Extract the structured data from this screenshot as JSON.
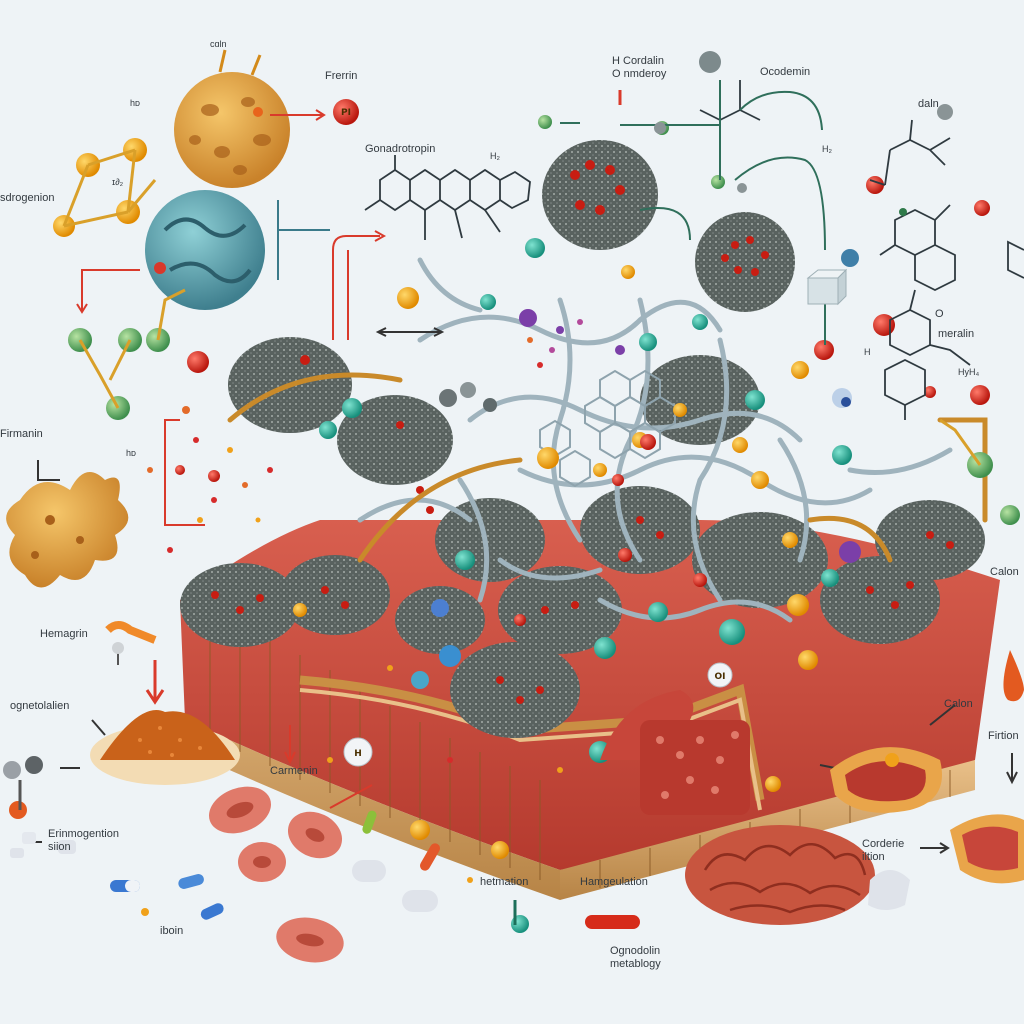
{
  "labels": {
    "top_small": "cɑln",
    "ferritin_top": "Frerrin",
    "h_left": "hᴅ",
    "drogenion": "sdrogenion",
    "h2_small": "ɪ∂₂",
    "gonadotropin": "Gonadrotropin",
    "h2_mid": "H₂",
    "h_cordalin": "H Cordalin",
    "o_nmderoy": "O nmderoy",
    "ocodemin": "Ocodemin",
    "h2_right": "H₂",
    "dalin": "daln",
    "fremanin": "Firmanin",
    "h_small_left": "hᴅ",
    "o_label": "O",
    "meralin": "meralin",
    "hy_label": "HyH₄",
    "h_label": "H",
    "calon_right": "Calon",
    "hemagrin": "Hemagrin",
    "ognetolatien": "ognetolalien",
    "carmenin": "Carmenin",
    "calon_lower": "Calon",
    "firtion": "Firtion",
    "erinmogention": "Erinmogention\nsiion",
    "iboin": "iboin",
    "hetmation": "hetmation",
    "hamgeulation": "Hamgeulation",
    "ogneolin": "Ognodolin\nmetablogy",
    "corderie": "Corderie\niltion"
  },
  "badges": {
    "h_badge": "H",
    "pi_badge": "PI",
    "ol_badge": "OI"
  },
  "colors": {
    "background": "#eef3f6",
    "accent_red": "#d93a2b",
    "tissue_red": "#c7463a",
    "teal": "#2fb39b",
    "gold": "#f2a50c",
    "dark_lobe": "#5d6668",
    "tan": "#d9a665"
  }
}
